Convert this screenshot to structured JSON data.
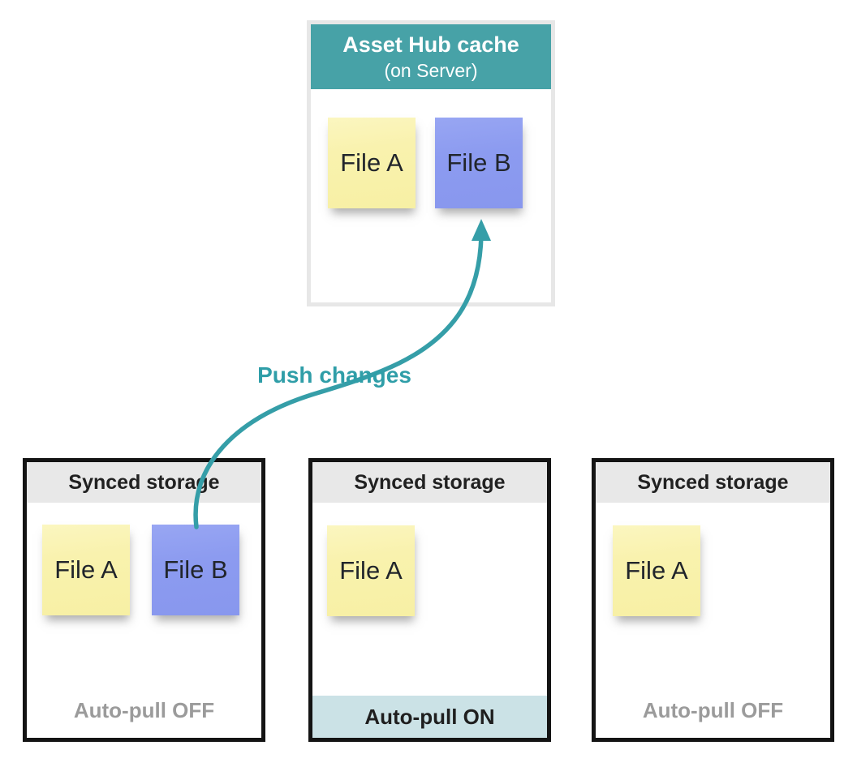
{
  "colors": {
    "server_header_teal": "#47a2a7",
    "arrow_teal": "#359ea8",
    "note_yellow": "#f8f1a8",
    "note_blue": "#8b9af0",
    "storage_border_black": "#141414",
    "storage_header_gray": "#e8e8e8",
    "autopull_on_bg": "#cbe2e6",
    "autopull_off_text": "#9b9b9b"
  },
  "server_box": {
    "title": "Asset Hub cache",
    "subtitle": "(on Server)",
    "files": [
      {
        "label": "File A",
        "color": "yellow"
      },
      {
        "label": "File B",
        "color": "blue"
      }
    ]
  },
  "arrow": {
    "label": "Push changes"
  },
  "storage_boxes": [
    {
      "title": "Synced storage",
      "files": [
        {
          "label": "File A",
          "color": "yellow"
        },
        {
          "label": "File B",
          "color": "blue"
        }
      ],
      "footer": "Auto-pull OFF",
      "state": "off"
    },
    {
      "title": "Synced storage",
      "files": [
        {
          "label": "File A",
          "color": "yellow"
        }
      ],
      "footer": "Auto-pull ON",
      "state": "on"
    },
    {
      "title": "Synced storage",
      "files": [
        {
          "label": "File A",
          "color": "yellow"
        }
      ],
      "footer": "Auto-pull OFF",
      "state": "off"
    }
  ]
}
